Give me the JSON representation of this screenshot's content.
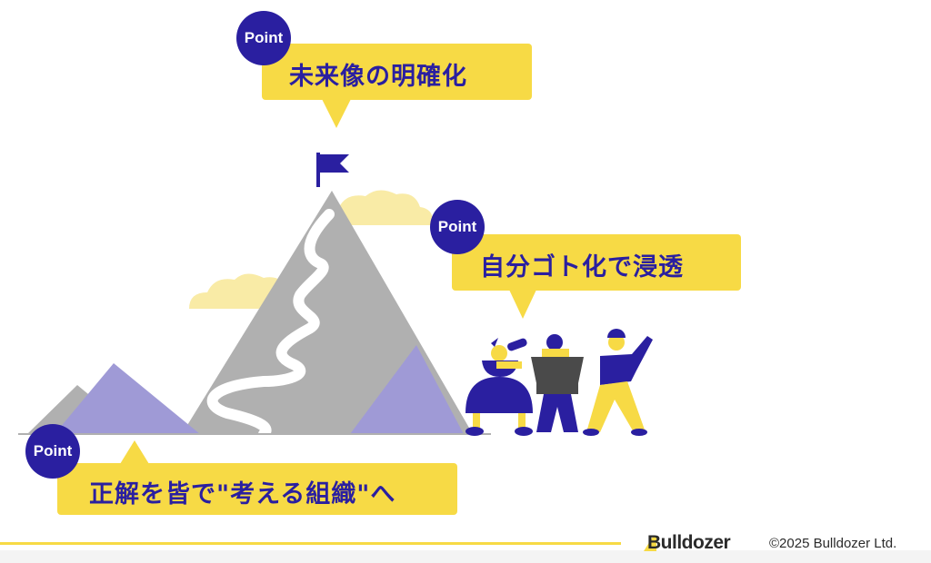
{
  "colors": {
    "navy": "#2a1fa0",
    "yellow": "#f7da45",
    "gray": "#b0b0b0",
    "lavender": "#9f9ad6",
    "cloud": "#f9eba6"
  },
  "callouts": [
    {
      "badge": "Point",
      "text": "未来像の明確化"
    },
    {
      "badge": "Point",
      "text": "自分ゴト化で浸透"
    },
    {
      "badge": "Point",
      "text": "正解を皆で\"考える組織\"へ"
    }
  ],
  "footer": {
    "logo": "Bulldozer",
    "copyright": "©2025 Bulldozer Ltd."
  }
}
